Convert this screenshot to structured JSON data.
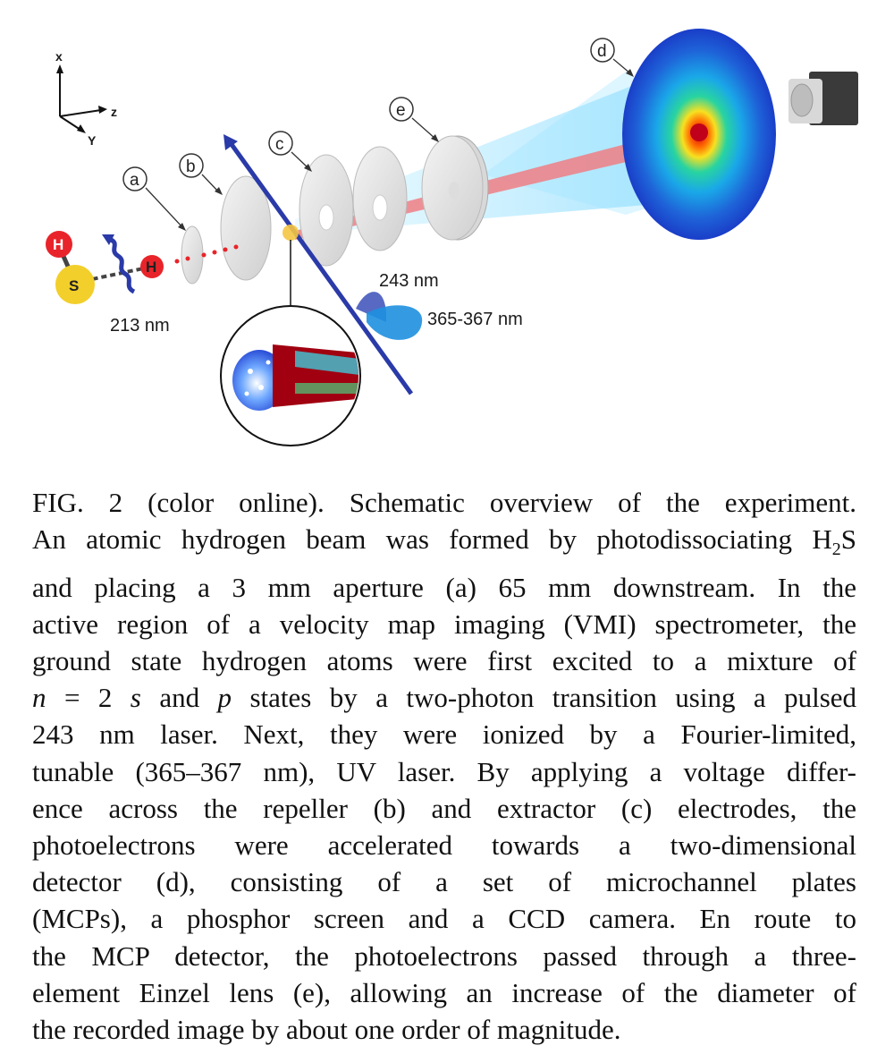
{
  "figure": {
    "axes": {
      "x": "x",
      "z": "z",
      "y": "Y"
    },
    "callouts": {
      "a": "a",
      "b": "b",
      "c": "c",
      "d": "d",
      "e": "e"
    },
    "atoms": {
      "hydrogen": "H",
      "sulfur": "S"
    },
    "laser_labels": {
      "dissociation": "213 nm",
      "excitation": "243 nm",
      "ionization": "365-367 nm"
    },
    "colors": {
      "electron_beam": "#f07e84",
      "laser_243": "#2a3aa8",
      "laser_365": "#1e90e0",
      "hydrogen_atom": "#e8242a",
      "sulfur_atom": "#f2cf2a"
    }
  },
  "caption": {
    "lines": [
      "FIG. 2 (color online).   Schematic overview of the experiment.",
      "An atomic hydrogen beam was formed by photodissociating H",
      "and placing a 3 mm aperture (a) 65 mm downstream. In the",
      "active region of a velocity map imaging (VMI) spectrometer, the",
      "ground state hydrogen atoms were first excited to a mixture of",
      "= 2",
      "243 nm laser. Next, they were ionized by a Fourier-limited,",
      "tunable (365–367 nm), UV laser. By applying a voltage differ-",
      "ence across the repeller (b) and extractor (c) electrodes, the",
      "photoelectrons were accelerated towards a two-dimensional",
      "detector (d), consisting of a set of microchannel plates",
      "(MCPs), a phosphor screen and a CCD camera. En route to",
      "the MCP detector, the photoelectrons passed through a three-",
      "element Einzel lens (e), allowing an increase of the diameter of",
      "the recorded image by about one order of magnitude."
    ],
    "h2s_subscript": "2",
    "h2s_tail": "S",
    "line6_n": "n",
    "line6_s": "s",
    "line6_and": "and",
    "line6_p": "p",
    "line6_rest": "states by a two-photon transition using a pulsed"
  }
}
